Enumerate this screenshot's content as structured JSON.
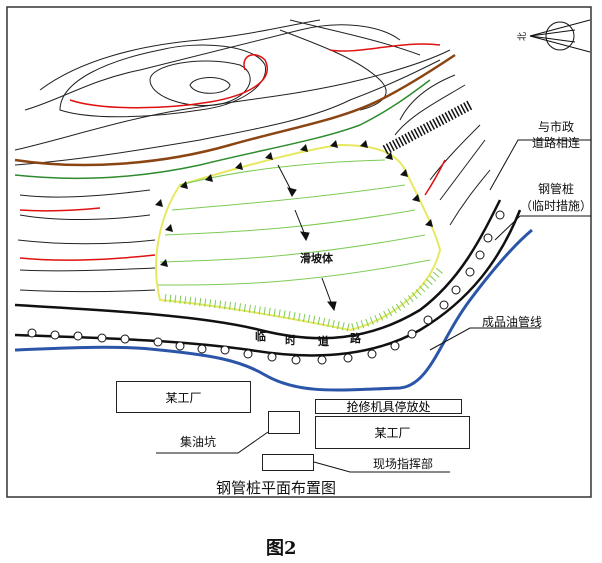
{
  "title": "钢管桩平面布置图",
  "figure_label": "图2",
  "compass": {
    "label": "北"
  },
  "labels": {
    "road_connect": [
      "与市政",
      "道路相连"
    ],
    "piles": [
      "钢管桩",
      "（临时措施）"
    ],
    "pipeline": "成品油管线",
    "landslide": "滑坡体",
    "temp_road": [
      "临",
      "时",
      "道",
      "路"
    ],
    "factory_1": "某工厂",
    "repair_area": "抢修机具停放处",
    "factory_2": "某工厂",
    "oil_pit": "集油坑",
    "command": "现场指挥部"
  },
  "colors": {
    "contour": "#222222",
    "index_contour": "#e01010",
    "road_edge": "#8b4513",
    "green": "#2e8b2e",
    "slide": "#7ccc55",
    "pipeline": "#2a55a8"
  }
}
